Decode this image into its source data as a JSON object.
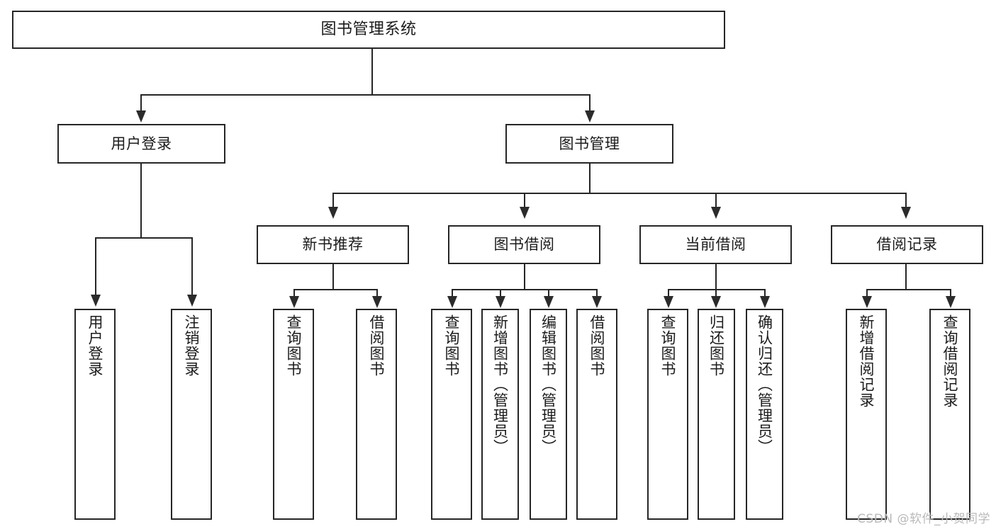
{
  "diagram": {
    "title": "图书管理系统",
    "type": "tree",
    "watermark": "CSDN @软件_小贺同学",
    "colors": {
      "box_border": "#262626",
      "box_fill": "#ffffff",
      "line": "#262626",
      "text": "#1b1b1b",
      "watermark": "#b9b9b9",
      "background": "#ffffff"
    },
    "levels": {
      "root": [
        "图书管理系统"
      ],
      "level2": [
        "用户登录",
        "图书管理"
      ],
      "level3": [
        "新书推荐",
        "图书借阅",
        "当前借阅",
        "借阅记录"
      ],
      "leaves": [
        "用户登录",
        "注销登录",
        "查询图书",
        "借阅图书",
        "查询图书",
        "新增图书（管理员）",
        "编辑图书（管理员）",
        "借阅图书",
        "查询图书",
        "归还图书",
        "确认归还（管理员）",
        "新增借阅记录",
        "查询借阅记录"
      ]
    },
    "nodes": {
      "root": {
        "label": "图书管理系统"
      },
      "user_login": {
        "label": "用户登录"
      },
      "book_manage": {
        "label": "图书管理"
      },
      "new_book_rec": {
        "label": "新书推荐"
      },
      "book_borrow": {
        "label": "图书借阅"
      },
      "current_borrow": {
        "label": "当前借阅"
      },
      "borrow_record": {
        "label": "借阅记录"
      },
      "leaf_user_login": {
        "label": "用户登录"
      },
      "leaf_user_logout": {
        "label": "注销登录"
      },
      "leaf_rec_query": {
        "label": "查询图书"
      },
      "leaf_rec_borrow": {
        "label": "借阅图书"
      },
      "leaf_borrow_query": {
        "label": "查询图书"
      },
      "leaf_borrow_add": {
        "label": "新增图书（管理员）"
      },
      "leaf_borrow_edit": {
        "label": "编辑图书（管理员）"
      },
      "leaf_borrow_borrow": {
        "label": "借阅图书"
      },
      "leaf_cur_query": {
        "label": "查询图书"
      },
      "leaf_cur_return": {
        "label": "归还图书"
      },
      "leaf_cur_confirm": {
        "label": "确认归还（管理员）"
      },
      "leaf_rec_add": {
        "label": "新增借阅记录"
      },
      "leaf_rec_search": {
        "label": "查询借阅记录"
      }
    }
  }
}
